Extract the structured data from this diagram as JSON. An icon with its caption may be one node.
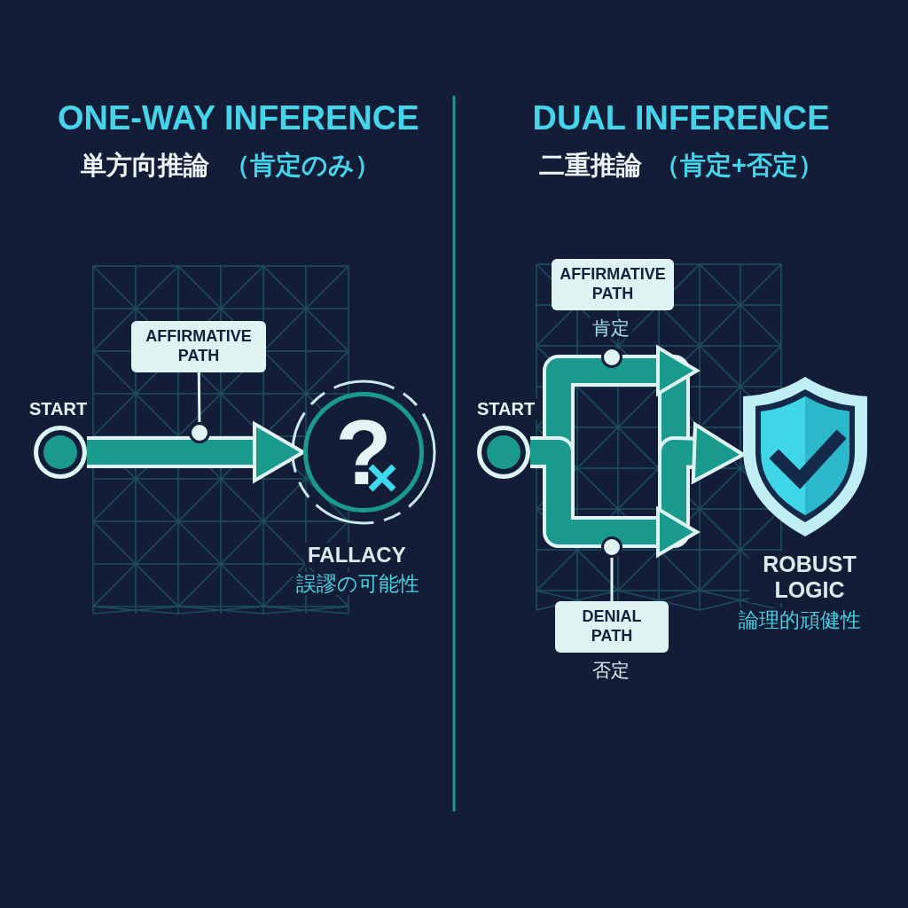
{
  "diagram": {
    "nodes": [
      {
        "text": [],
        "shape": "circle",
        "beside": [
          "START"
        ]
      },
      {
        "text": [
          "AFFIRMATIVE PATH"
        ]
      },
      {
        "text": [],
        "shape": "circle"
      },
      {
        "text": [
          "?"
        ],
        "beside": [
          "FALLACY",
          "誤謬の可能性"
        ]
      },
      {
        "text": [],
        "shape": "circle",
        "beside": [
          "START"
        ]
      },
      {
        "text": [
          "AFFIRMATIVE PATH"
        ],
        "beside": [
          "肯定"
        ]
      },
      {
        "text": [],
        "shape": "circle"
      },
      {
        "text": [],
        "shape": "circle"
      },
      {
        "text": [
          "DENIAL PATH"
        ],
        "beside": [
          "否定"
        ]
      },
      {
        "text": [],
        "shape": "shield",
        "beside": [
          "ROBUST LOGIC",
          "論理的頑健性"
        ]
      }
    ],
    "edges": [
      {
        "from": 0,
        "to": 3,
        "arrow": "to"
      },
      {
        "from": 1,
        "to": 2,
        "arrow": "none",
        "color": "#dff3f3"
      },
      {
        "from": 4,
        "to": 9,
        "arrow": "to"
      },
      {
        "from": 4,
        "to": 9,
        "arrow": "to"
      },
      {
        "from": 8,
        "to": 7,
        "arrow": "none",
        "color": "#dff3f3"
      }
    ],
    "labels": [
      "ONE-WAY INFERENCE",
      "単方向推論",
      "（肯定のみ）",
      "DUAL INFERENCE",
      "二重推論",
      "（肯定+否定）"
    ]
  }
}
